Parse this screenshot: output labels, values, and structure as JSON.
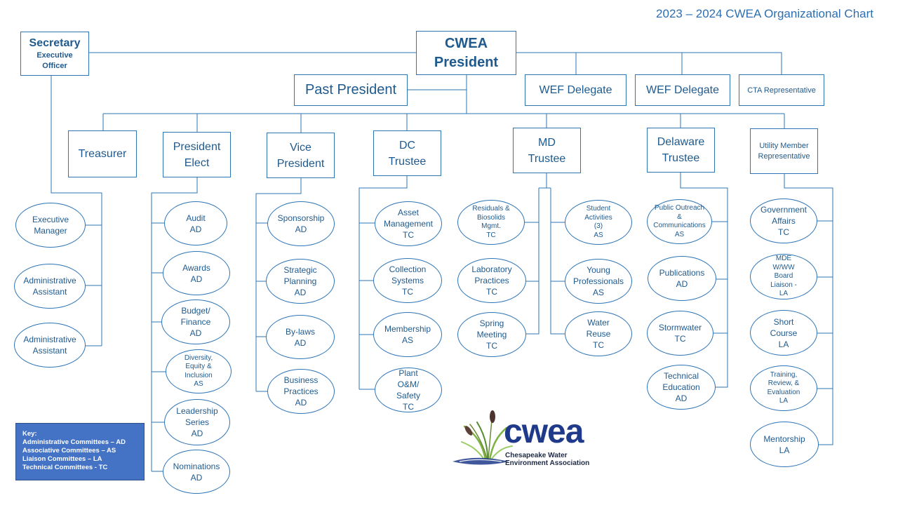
{
  "title": "2023 – 2024 CWEA Organizational Chart",
  "top": {
    "secretary": [
      "Secretary",
      "Executive",
      "Officer"
    ],
    "president": [
      "CWEA",
      "President"
    ],
    "past_president": "Past President",
    "wef1": "WEF Delegate",
    "wef2": "WEF Delegate",
    "cta": "CTA Representative"
  },
  "officers": {
    "treasurer": [
      "Treasurer"
    ],
    "pres_elect": [
      "President",
      "Elect"
    ],
    "vice": [
      "Vice",
      "President"
    ],
    "dc": [
      "DC",
      "Trustee"
    ],
    "md": [
      "MD",
      "Trustee"
    ],
    "de": [
      "Delaware",
      "Trustee"
    ],
    "utility": [
      "Utility Member",
      "Representative"
    ]
  },
  "committees": {
    "exec_mgr": [
      "Executive",
      "Manager"
    ],
    "admin1": [
      "Administrative",
      "Assistant"
    ],
    "admin2": [
      "Administrative",
      "Assistant"
    ],
    "audit": [
      "Audit",
      "AD"
    ],
    "awards": [
      "Awards",
      "AD"
    ],
    "budget": [
      "Budget/",
      "Finance",
      "AD"
    ],
    "dei": [
      "Diversity,",
      "Equity &",
      "Inclusion",
      "AS"
    ],
    "leadership": [
      "Leadership",
      "Series",
      "AD"
    ],
    "nominations": [
      "Nominations",
      "AD"
    ],
    "sponsorship": [
      "Sponsorship",
      "AD"
    ],
    "strategic": [
      "Strategic",
      "Planning",
      "AD"
    ],
    "bylaws": [
      "By-laws",
      "AD"
    ],
    "business": [
      "Business",
      "Practices",
      "AD"
    ],
    "asset": [
      "Asset",
      "Management",
      "TC"
    ],
    "collection": [
      "Collection",
      "Systems",
      "TC"
    ],
    "membership": [
      "Membership",
      "AS"
    ],
    "plant": [
      "Plant",
      "O&M/",
      "Safety",
      "TC"
    ],
    "residuals": [
      "Residuals &",
      "Biosolids",
      "Mgmt.",
      "TC"
    ],
    "lab": [
      "Laboratory",
      "Practices",
      "TC"
    ],
    "spring": [
      "Spring",
      "Meeting",
      "TC"
    ],
    "student": [
      "Student",
      "Activities",
      "(3)",
      "AS"
    ],
    "young": [
      "Young",
      "Professionals",
      "AS"
    ],
    "water_reuse": [
      "Water",
      "Reuse",
      "TC"
    ],
    "outreach": [
      "Public Outreach",
      "&",
      "Communications",
      "AS"
    ],
    "publications": [
      "Publications",
      "AD"
    ],
    "stormwater": [
      "Stormwater",
      "TC"
    ],
    "tech_ed": [
      "Technical",
      "Education",
      "AD"
    ],
    "gov_affairs": [
      "Government",
      "Affairs",
      "TC"
    ],
    "mde": [
      "MDE",
      "W/WW",
      "Board",
      "Liaison -",
      "LA"
    ],
    "short_course": [
      "Short",
      "Course",
      "LA"
    ],
    "training": [
      "Training,",
      "Review, &",
      "Evaluation",
      "LA"
    ],
    "mentorship": [
      "Mentorship",
      "LA"
    ]
  },
  "key": {
    "heading": "Key:",
    "items": [
      "Administrative Committees – AD",
      "Associative Committees – AS",
      "Liaison Committees – LA",
      "Technical Committees - TC"
    ]
  },
  "logo": {
    "name": "cwea",
    "subtitle1": "Chesapeake Water",
    "subtitle2": "Environment Association"
  },
  "colors": {
    "accent": "#2e75b6",
    "text": "#1f5a8e",
    "key_bg": "#4472c4",
    "logo_navy": "#1f3a8a",
    "logo_green": "#7cb342"
  }
}
